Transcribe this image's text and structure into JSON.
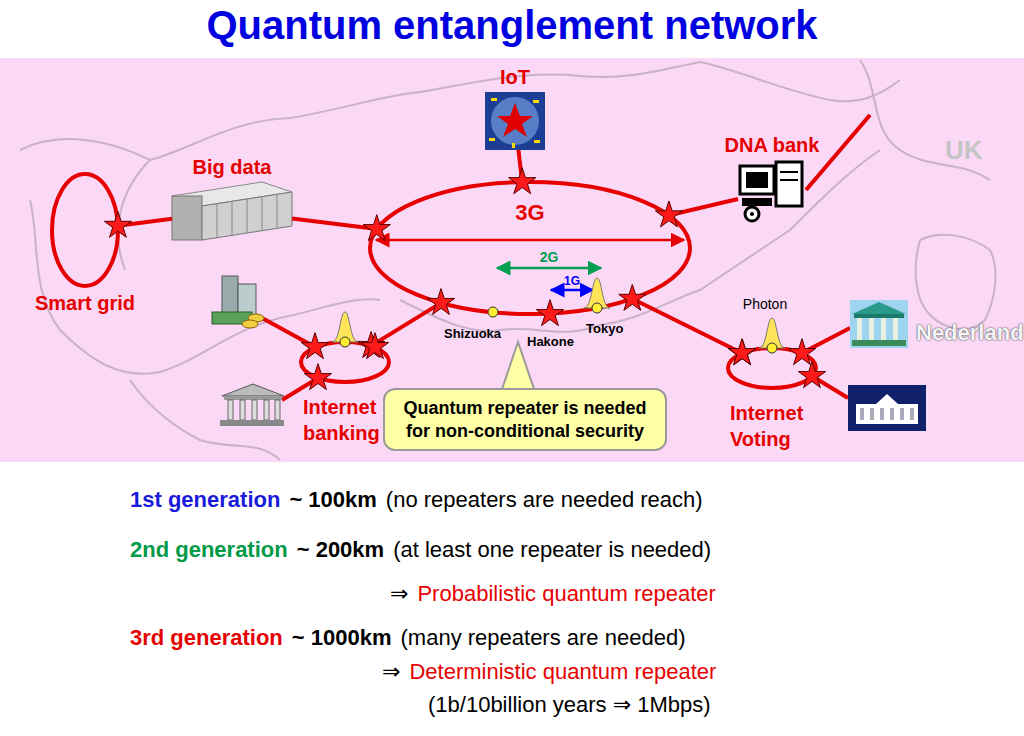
{
  "diagram": {
    "title": "Quantum entanglement network",
    "nodes": [
      {
        "text": [
          "Smart grid"
        ]
      },
      {
        "text": [
          "Big data"
        ]
      },
      {
        "text": [
          "IoT"
        ]
      },
      {
        "text": [
          "3G"
        ]
      },
      {
        "text": [
          "DNA bank"
        ]
      },
      {
        "text": [
          "Internet banking"
        ]
      },
      {
        "text": [
          "Quantum repeater is needed for non-conditional security"
        ]
      },
      {
        "text": [
          "Internet Voting"
        ]
      }
    ],
    "edges": [
      {
        "from": 0,
        "to": 1,
        "arrow": "none"
      },
      {
        "from": 1,
        "to": 3,
        "arrow": "none"
      },
      {
        "from": 2,
        "to": 3,
        "arrow": "none"
      },
      {
        "from": 3,
        "to": 4,
        "arrow": "none"
      },
      {
        "from": 5,
        "to": 3,
        "arrow": "none"
      },
      {
        "from": 3,
        "to": 7,
        "arrow": "none"
      }
    ],
    "labels": [
      "2G",
      "1G",
      "Shizuoka",
      "Hakone",
      "Tokyo",
      "Photon",
      "UK",
      "Nederland",
      "1st generation",
      "~ 100km",
      "(no repeaters are needed reach)",
      "2nd generation",
      "~ 200km",
      "(at least one repeater is needed)",
      "⇒",
      "Probabilistic quantum repeater",
      "3rd generation",
      "~ 1000km",
      "(many repeaters are needed)",
      "⇒",
      "Deterministic quantum repeater",
      "(1b/10billion years ⇒ 1Mbps)"
    ]
  }
}
